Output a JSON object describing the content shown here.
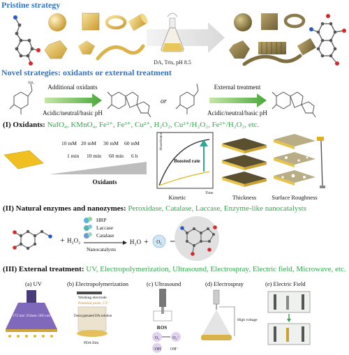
{
  "sections": {
    "pristine": {
      "title": "Pristine strategy",
      "condition": "DA, Tris, pH 8.5"
    },
    "novel": {
      "title": "Novel strategies: oxidants or external treatment",
      "additional": "Additional oxidants",
      "or": "or",
      "external": "External treatment",
      "ph_left": "Acidic/neutral/basic pH",
      "ph_right": "Acidic/neutral/basic pH",
      "nh2": "NH₂"
    },
    "oxidants": {
      "title": "(I) Oxidants",
      "list": "NaIO₄, KMnO₄, Fe²⁺, Fe³⁺, Cu²⁺, H₂O₂, Cu²⁺/H₂O₂, Fe²⁺/H₂O₂, etc.",
      "conc_row": [
        "10 mM",
        "20 mM",
        "30 mM",
        "60 mM"
      ],
      "time_row": [
        "1 min",
        "10 min",
        "60 min",
        "6 h"
      ],
      "bar_label": "Oxidants",
      "graph_y": "Absorbance",
      "graph_x": "Time",
      "boosted": "Boosted rate",
      "kinetic": "Kinetic",
      "thickness": "Thickness",
      "roughness": "Surface Roughness"
    },
    "enzymes": {
      "title": "(II) Natural enzymes and nanozymes",
      "list": "Peroxidase, Catalase, Laccase, Enzyme-like nanocatalysts",
      "plus1": "+",
      "h2o2": "H₂O₂",
      "hrp": "HRP",
      "laccase": "Laccase",
      "catalase": "Catalase",
      "nano": "Nanocatalysts",
      "h2o": "H₂O",
      "plus2": "+",
      "o2": "O₂"
    },
    "external": {
      "title": "(III) External treatment",
      "list": "UV, Electropolymerization, Ultrasound, Electrospray, Electric field, Microwave, etc.",
      "panels": [
        "(a) UV",
        "(b) Electropolymerization",
        "(c) Ultrasound",
        "(d) Electrospray",
        "(e) Electric Field"
      ],
      "uv_wl": "172 nm/ 254nm /365 nm",
      "we": "Working electrode",
      "pulse": "Potential pulse, CV",
      "deox": "Deoxygenated DA solution",
      "pda": "PDA film",
      "ros": "ROS",
      "o2": "O₂",
      "o2m": "O₂⁻",
      "oh": "·OH",
      "ohm": "OH⁻",
      "hv": "High voltage"
    }
  },
  "colors": {
    "header": "#2f73c4",
    "accent": "#2fa84a",
    "gold": "#e8c040"
  }
}
